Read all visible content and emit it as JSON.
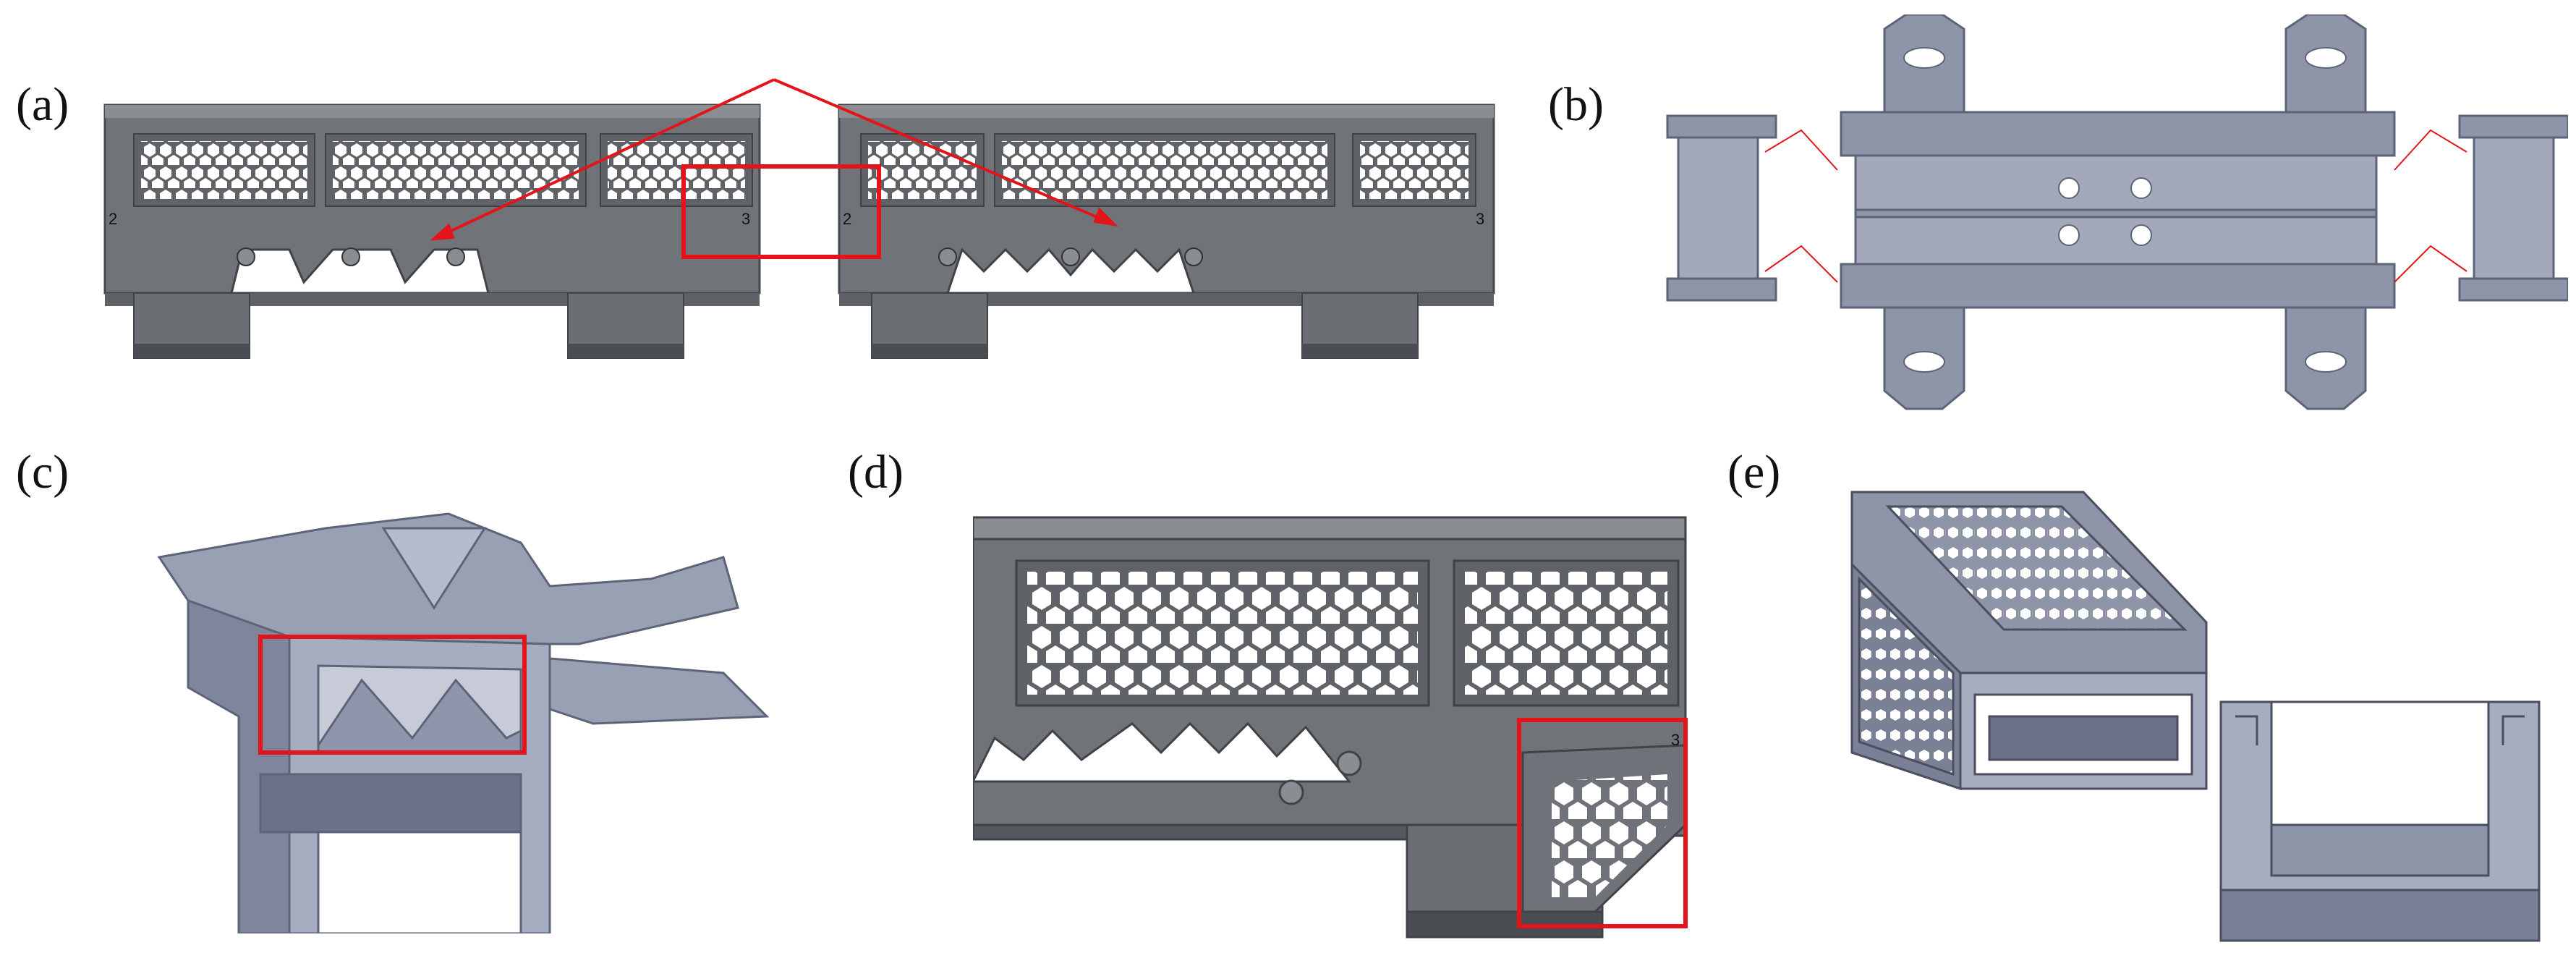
{
  "panels": [
    {
      "id": "a",
      "label": "(a)",
      "marks": [
        "2",
        "3",
        "2",
        "3"
      ]
    },
    {
      "id": "b",
      "label": "(b)"
    },
    {
      "id": "c",
      "label": "(c)"
    },
    {
      "id": "d",
      "label": "(d)",
      "marks": [
        "3"
      ]
    },
    {
      "id": "e",
      "label": "(e)"
    }
  ],
  "colors": {
    "part_body": "#6f7278",
    "part_dark": "#55585e",
    "part_light": "#9a9ca2",
    "steel_blue": "#8f95a8",
    "steel_blue_dark": "#6a7086",
    "highlight": "#e3151b",
    "hex_hole": "#ffffff"
  }
}
